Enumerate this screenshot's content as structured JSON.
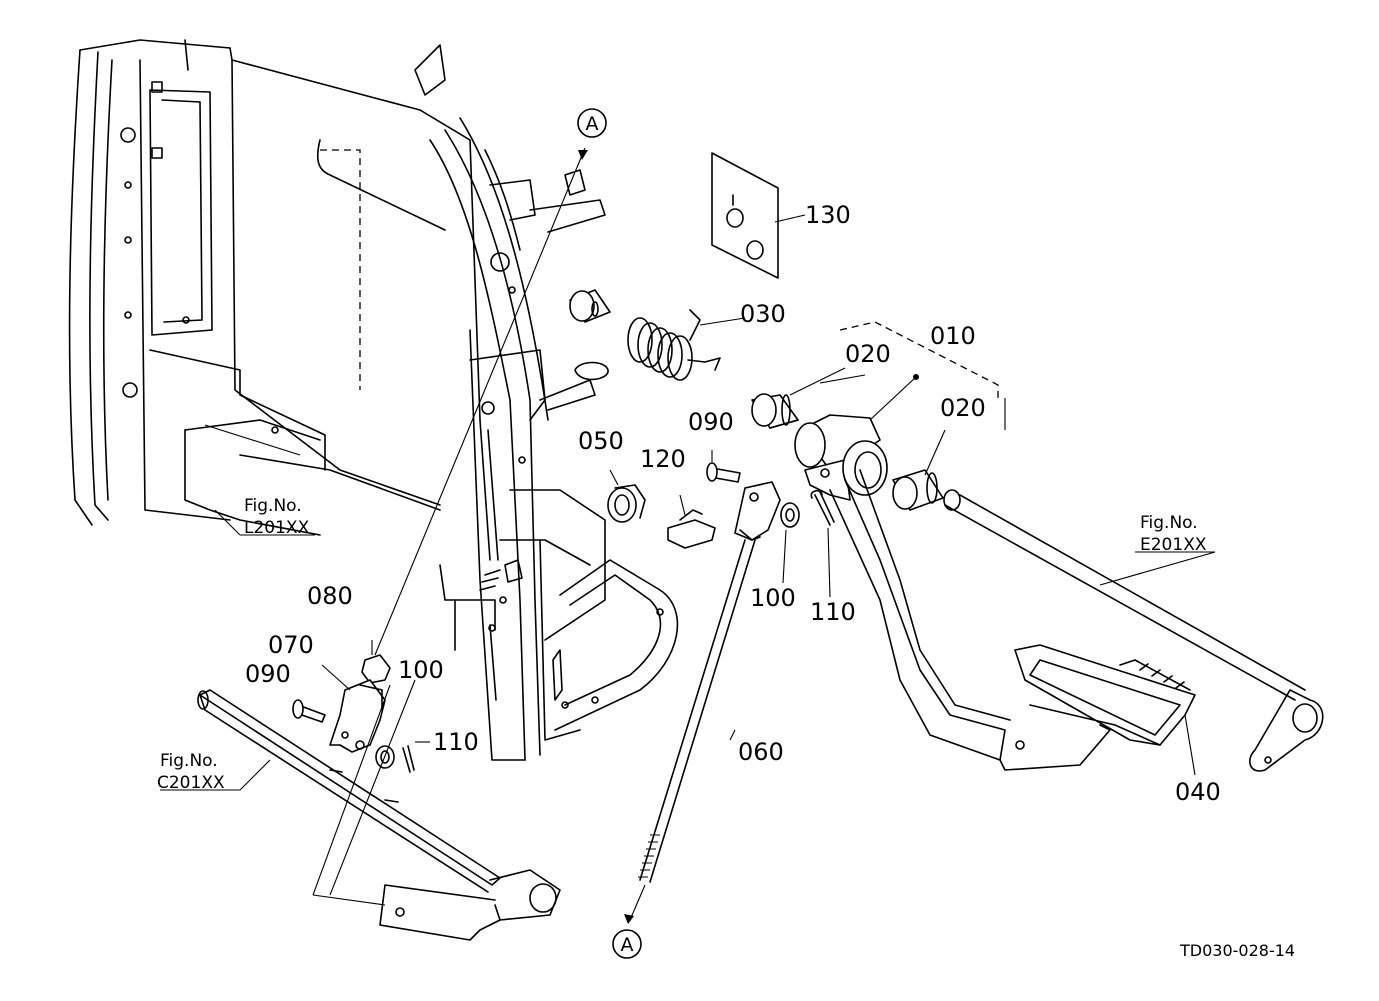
{
  "drawing_code": "TD030-028-14",
  "refs": {
    "a_top": "A",
    "a_bottom": "A"
  },
  "fig_refs": [
    {
      "caption": "Fig.No.",
      "number": "L201XX"
    },
    {
      "caption": "Fig.No.",
      "number": "E201XX"
    },
    {
      "caption": "Fig.No.",
      "number": "C201XX"
    }
  ],
  "part_labels": {
    "p130": "130",
    "p030": "030",
    "p010": "010",
    "p020_upper": "020",
    "p020_right": "020",
    "p090_upper": "090",
    "p120": "120",
    "p050": "050",
    "p100_upper": "100",
    "p110_upper": "110",
    "p080": "080",
    "p070": "070",
    "p090_lower": "090",
    "p100_lower": "100",
    "p110_lower": "110",
    "p060": "060",
    "p040": "040"
  }
}
